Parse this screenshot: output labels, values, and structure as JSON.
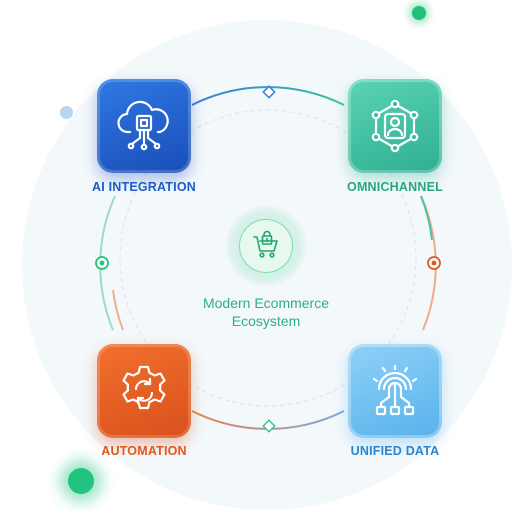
{
  "center": {
    "title_line1": "Modern Ecommerce",
    "title_line2": "Ecosystem",
    "icon": "cart-icon"
  },
  "nodes": [
    {
      "label": "AI INTEGRATION",
      "icon": "cloud-chip-icon",
      "color": "#1d5cc9"
    },
    {
      "label": "OMNICHANNEL",
      "icon": "network-user-icon",
      "color": "#2aa57f"
    },
    {
      "label": "AUTOMATION",
      "icon": "gear-sync-icon",
      "color": "#e0581f"
    },
    {
      "label": "UNIFIED DATA",
      "icon": "fingerprint-gear-icon",
      "color": "#2a86cf"
    }
  ],
  "colors": {
    "accent_green": "#22c37e",
    "ai_blue": "#1d5cc9",
    "omni_teal": "#2aa57f",
    "automation_orange": "#e0581f",
    "data_sky": "#2a86cf"
  }
}
